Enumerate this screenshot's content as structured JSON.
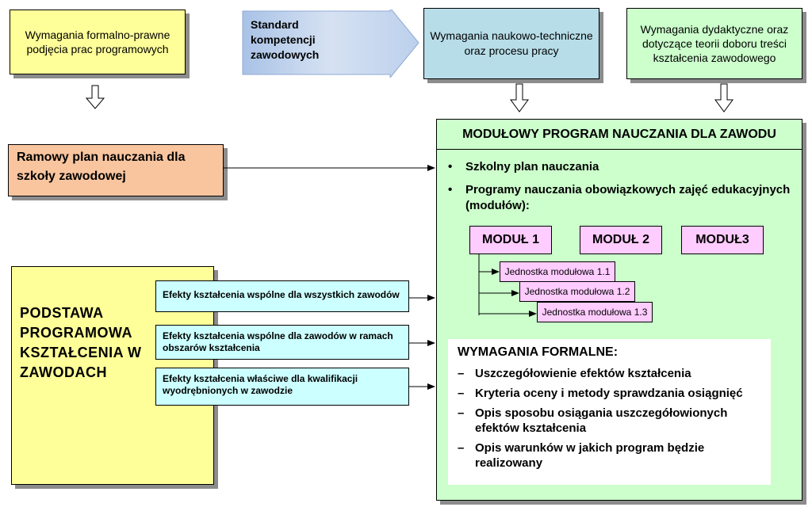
{
  "top": {
    "req_legal": "Wymagania formalno-prawne podjęcia prac programowych",
    "standard": "Standard kompetencji zawodowych",
    "req_technical": "Wymagania naukowo-techniczne oraz procesu pracy",
    "req_didactic": "Wymagania dydaktyczne oraz dotyczące teorii doboru treści kształcenia zawodowego"
  },
  "ramowy": {
    "label": "Ramowy plan nauczania dla szkoły zawodowej"
  },
  "program": {
    "title": "MODUŁOWY PROGRAM NAUCZANIA DLA ZAWODU",
    "bullets": [
      "Szkolny plan nauczania",
      "Programy nauczania obowiązkowych zajęć edukacyjnych (modułów):"
    ],
    "modules": [
      "MODUŁ 1",
      "MODUŁ 2",
      "MODUŁ3"
    ],
    "units": [
      "Jednostka modułowa 1.1",
      "Jednostka modułowa 1.2",
      "Jednostka modułowa 1.3"
    ],
    "formal_title": "WYMAGANIA FORMALNE:",
    "formal_items": [
      "Uszczegółowienie efektów kształcenia",
      "Kryteria oceny i metody sprawdzania osiągnięć",
      "Opis sposobu osiągania uszczegółowionych efektów kształcenia",
      "Opis warunków w jakich program będzie realizowany"
    ]
  },
  "podstawa": {
    "label": "PODSTAWA PROGRAMOWA KSZTAŁCENIA W ZAWODACH",
    "effects": [
      "Efekty kształcenia wspólne dla wszystkich zawodów",
      "Efekty kształcenia wspólne dla zawodów w ramach obszarów kształcenia",
      "Efekty kształcenia właściwe dla kwalifikacji wyodrębnionych w zawodzie"
    ]
  },
  "colors": {
    "yellow": "#ffff99",
    "blue": "#b7dde8",
    "green": "#ccffcc",
    "orange": "#f9c59f",
    "pink": "#ffccff",
    "cyan": "#ccffff"
  }
}
